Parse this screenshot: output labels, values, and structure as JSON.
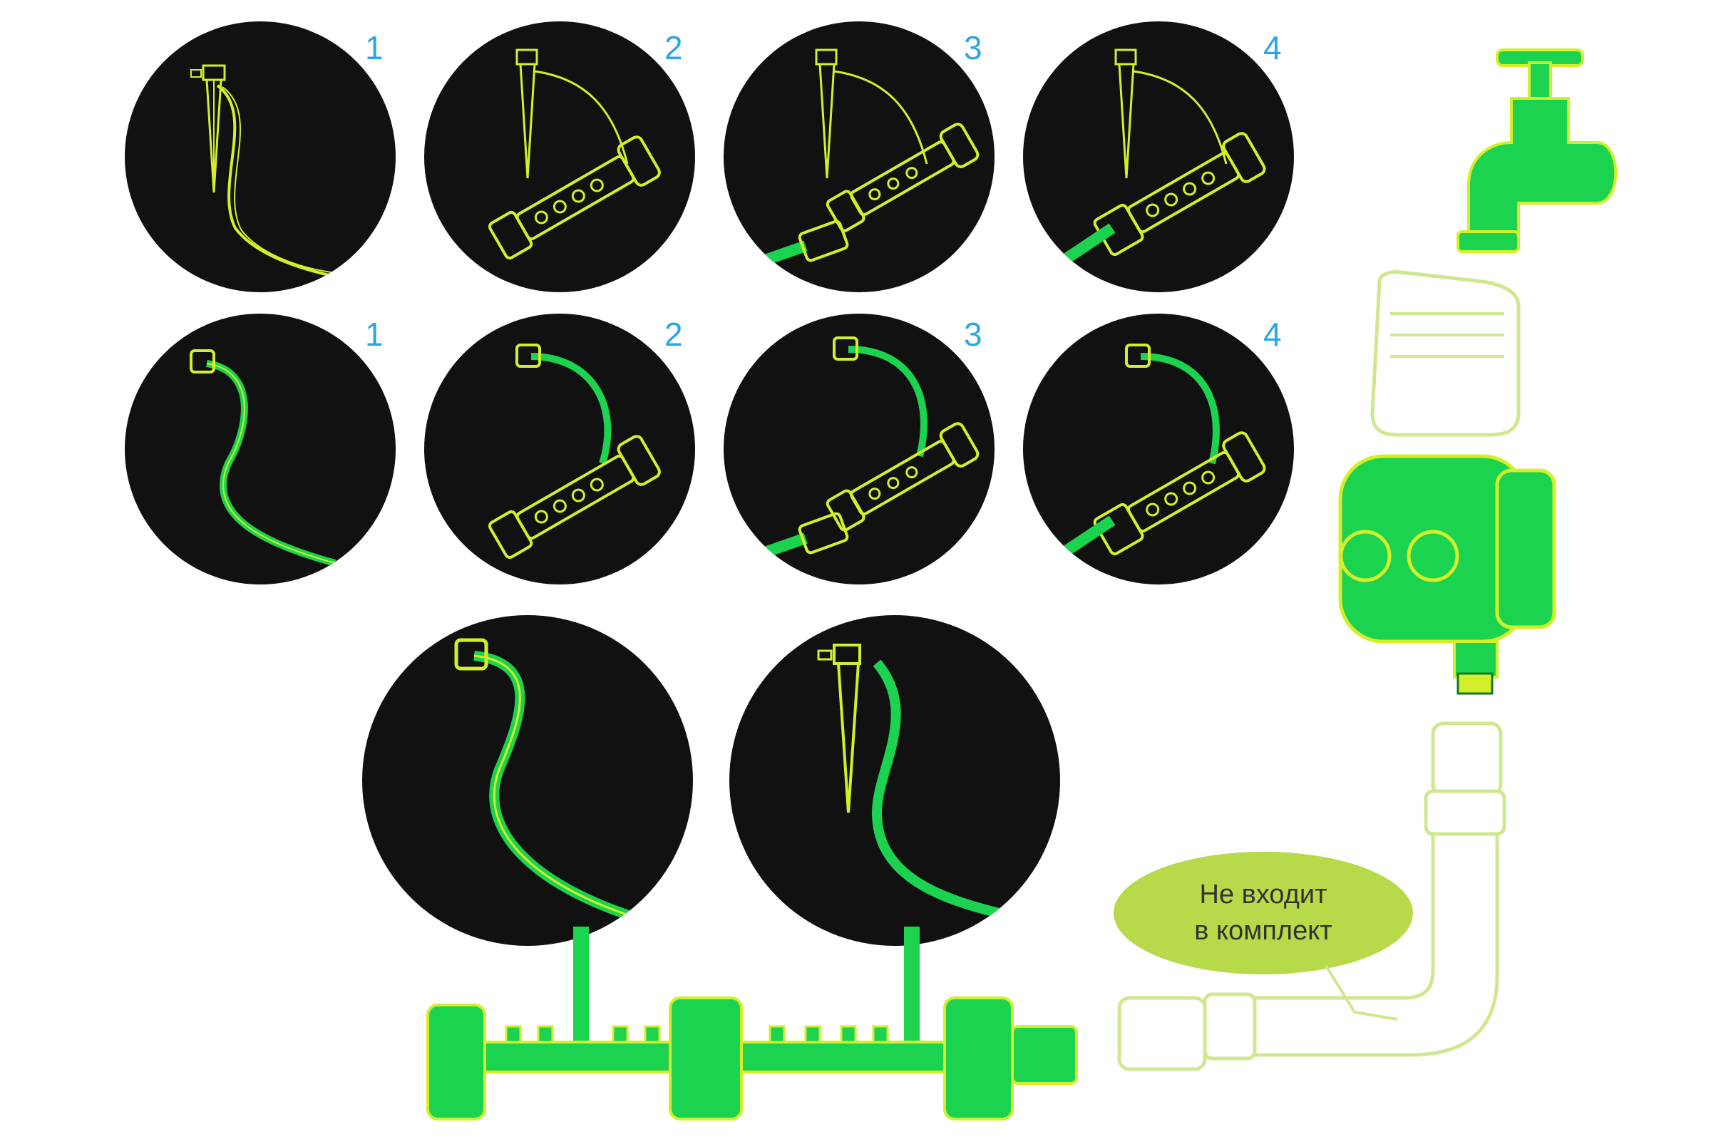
{
  "colors": {
    "panel_bg": "#111111",
    "bright_green": "#1bd34f",
    "lime": "#d4ef2a",
    "pale_lime": "#cfe890",
    "dark_green": "#0d7a27",
    "step_blue": "#2aa5e6",
    "note_bubble": "#b8d94a",
    "note_text": "#333333"
  },
  "rows": [
    {
      "name": "dripper-row",
      "steps": [
        {
          "number": "1",
          "icon": "dripper-stake-with-tube-icon"
        },
        {
          "number": "2",
          "icon": "dripper-connected-to-manifold-icon"
        },
        {
          "number": "3",
          "icon": "hose-approaching-manifold-icon"
        },
        {
          "number": "4",
          "icon": "hose-connected-to-manifold-icon"
        }
      ]
    },
    {
      "name": "tube-row",
      "steps": [
        {
          "number": "1",
          "icon": "tube-end-cap-icon"
        },
        {
          "number": "2",
          "icon": "tube-connected-to-manifold-icon"
        },
        {
          "number": "3",
          "icon": "hose-approaching-manifold-icon"
        },
        {
          "number": "4",
          "icon": "hose-connected-to-manifold-icon"
        }
      ]
    }
  ],
  "detail_icons": [
    "tube-end-cap-detail-icon",
    "dripper-stake-detail-icon"
  ],
  "system_icons": [
    "water-tap-icon",
    "water-timer-icon",
    "hose-connector-icon",
    "distribution-manifold-icon"
  ],
  "note": {
    "line1": "Не входит",
    "line2": "в комплект"
  }
}
